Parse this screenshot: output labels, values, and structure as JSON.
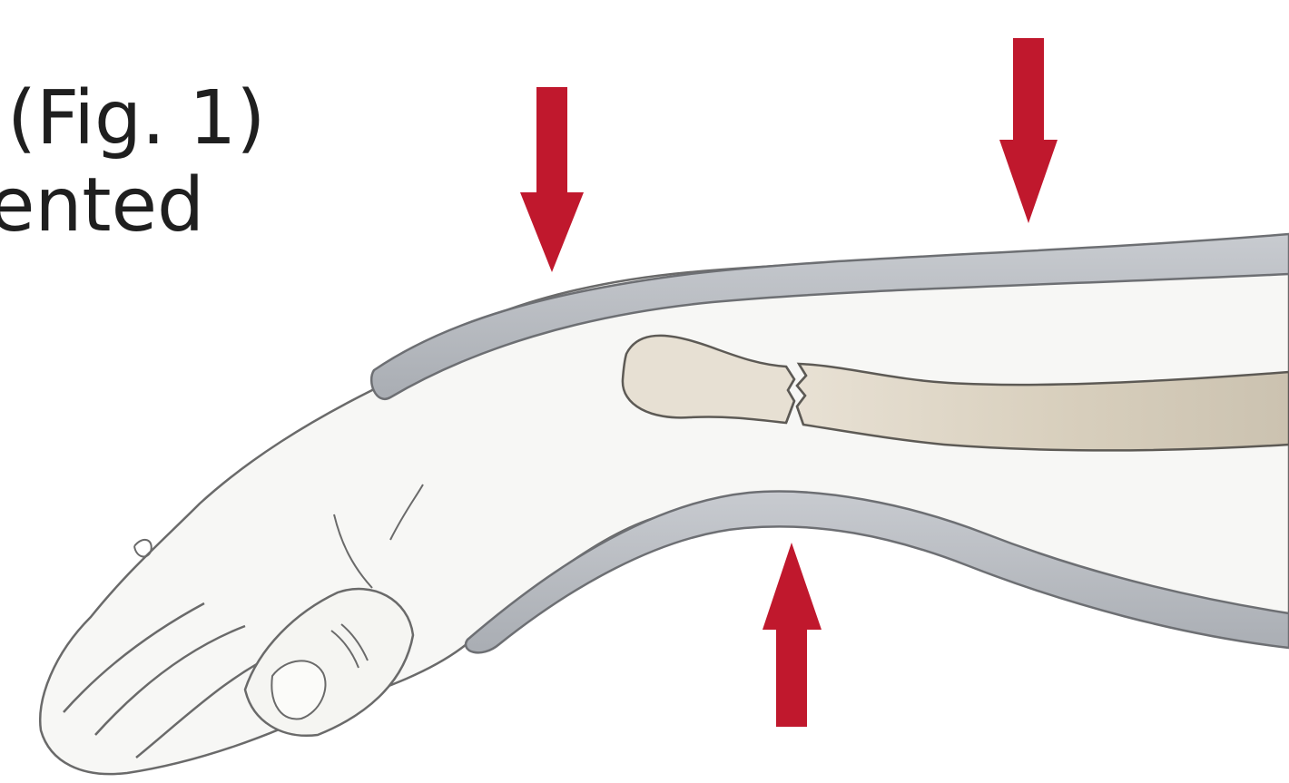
{
  "caption": {
    "line_1": "(Fig. 1)",
    "line_2": "ented"
  },
  "illustration": {
    "arrows": [
      {
        "direction": "down",
        "name": "force-arrow-upper-left"
      },
      {
        "direction": "down",
        "name": "force-arrow-upper-right"
      },
      {
        "direction": "up",
        "name": "force-arrow-lower-center"
      }
    ],
    "colors": {
      "arrow": "#c0182d",
      "splint": "#b7babf",
      "splint_outline": "#6d6f73",
      "bone_light": "#e4ddcf",
      "bone_dark": "#c9c0ad",
      "skin": "#f7f7f5",
      "skin_outline": "#666666"
    }
  }
}
